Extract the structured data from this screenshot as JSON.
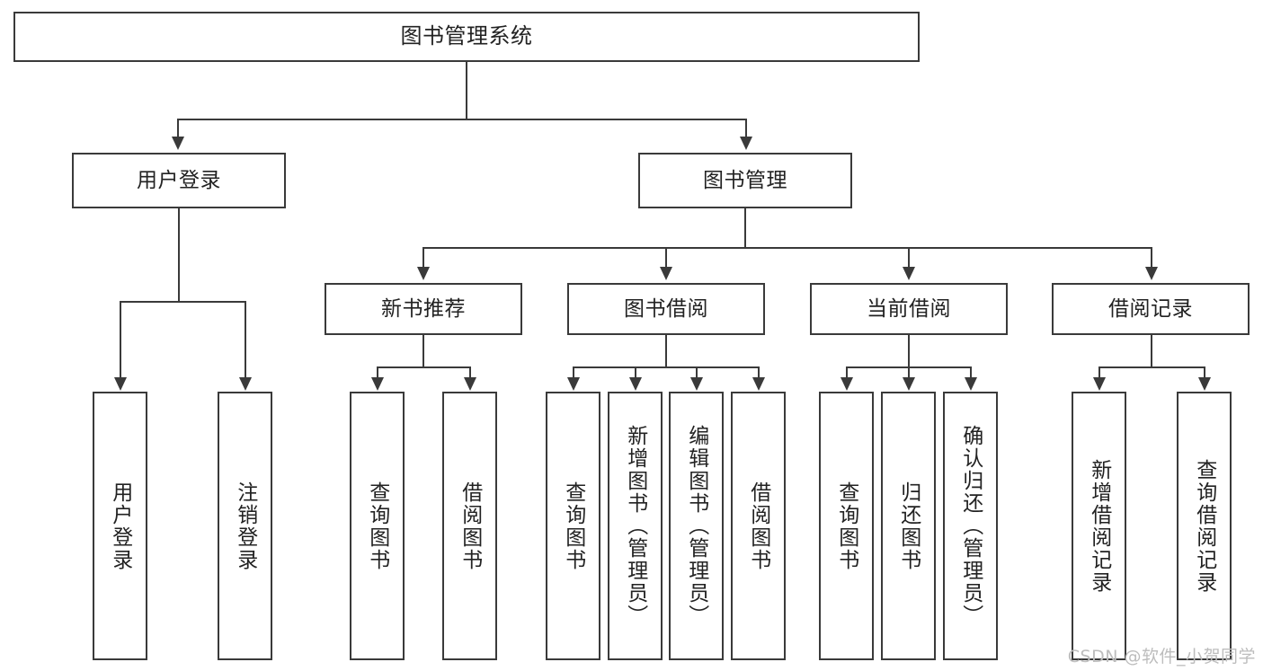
{
  "diagram": {
    "type": "tree",
    "title": "图书管理系统",
    "watermark": "CSDN @软件_小贺同学",
    "colors": {
      "box_border": "#3a3a3a",
      "box_fill": "#ffffff",
      "connector": "#3a3a3a",
      "text": "#222222",
      "watermark": "#bdbdbd",
      "background": "#ffffff"
    },
    "root": {
      "label": "图书管理系统"
    },
    "level2": [
      {
        "label": "用户登录"
      },
      {
        "label": "图书管理"
      }
    ],
    "level3": [
      {
        "label": "新书推荐"
      },
      {
        "label": "图书借阅"
      },
      {
        "label": "当前借阅"
      },
      {
        "label": "借阅记录"
      }
    ],
    "leaves": {
      "user_login": [
        {
          "label": "用户登录"
        },
        {
          "label": "注销登录"
        }
      ],
      "new_book_recommend": [
        {
          "label": "查询图书"
        },
        {
          "label": "借阅图书"
        }
      ],
      "book_borrow": [
        {
          "label": "查询图书"
        },
        {
          "label": "新增图书（管理员）"
        },
        {
          "label": "编辑图书（管理员）"
        },
        {
          "label": "借阅图书"
        }
      ],
      "current_borrow": [
        {
          "label": "查询图书"
        },
        {
          "label": "归还图书"
        },
        {
          "label": "确认归还（管理员）"
        }
      ],
      "borrow_record": [
        {
          "label": "新增借阅记录"
        },
        {
          "label": "查询借阅记录"
        }
      ]
    }
  }
}
